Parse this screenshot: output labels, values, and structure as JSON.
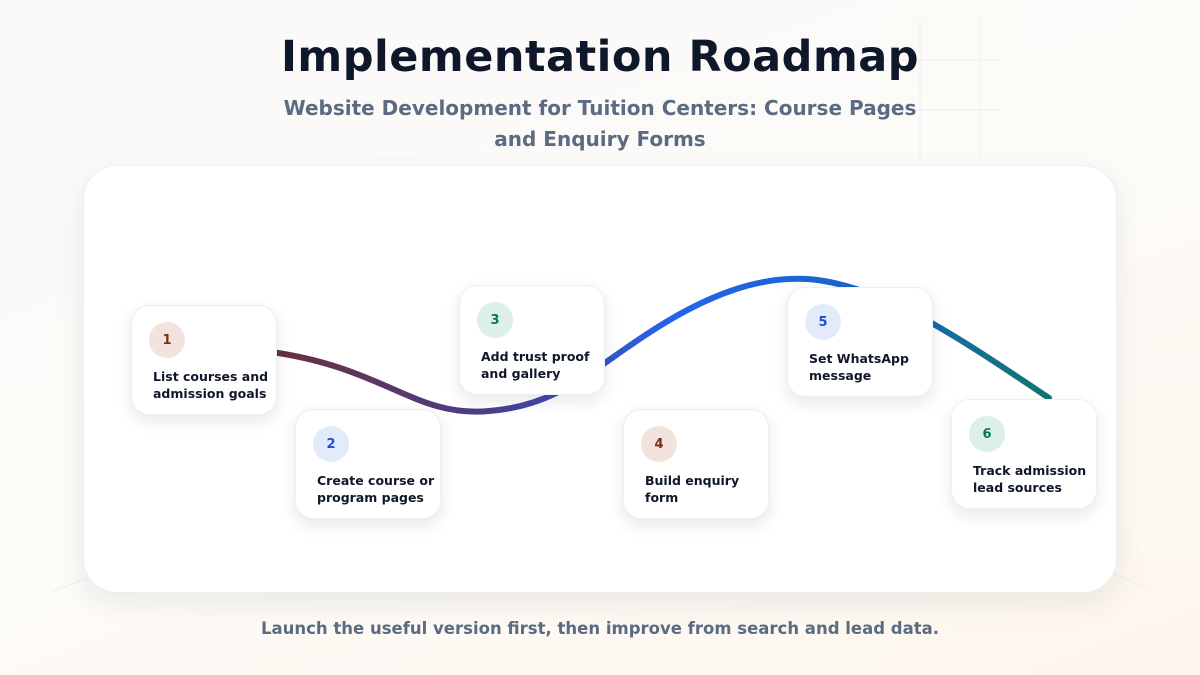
{
  "header": {
    "title": "Implementation Roadmap",
    "subtitle": "Website Development for Tuition Centers: Course Pages and Enquiry Forms"
  },
  "roadmap": {
    "steps": [
      {
        "number": "1",
        "label": "List courses and admission goals",
        "accent": "#7c2d12"
      },
      {
        "number": "2",
        "label": "Create course or program pages",
        "accent": "#1d4ed8"
      },
      {
        "number": "3",
        "label": "Add trust proof and gallery",
        "accent": "#047857"
      },
      {
        "number": "4",
        "label": "Build enquiry form",
        "accent": "#7c2d12"
      },
      {
        "number": "5",
        "label": "Set WhatsApp message",
        "accent": "#1d4ed8"
      },
      {
        "number": "6",
        "label": "Track admission lead sources",
        "accent": "#047857"
      }
    ],
    "path_colors": [
      "#6b2f3a",
      "#4b3f8a",
      "#2563eb",
      "#1a64c8",
      "#0f766e"
    ]
  },
  "footer": {
    "note": "Launch the useful version first, then improve from search and lead data."
  }
}
